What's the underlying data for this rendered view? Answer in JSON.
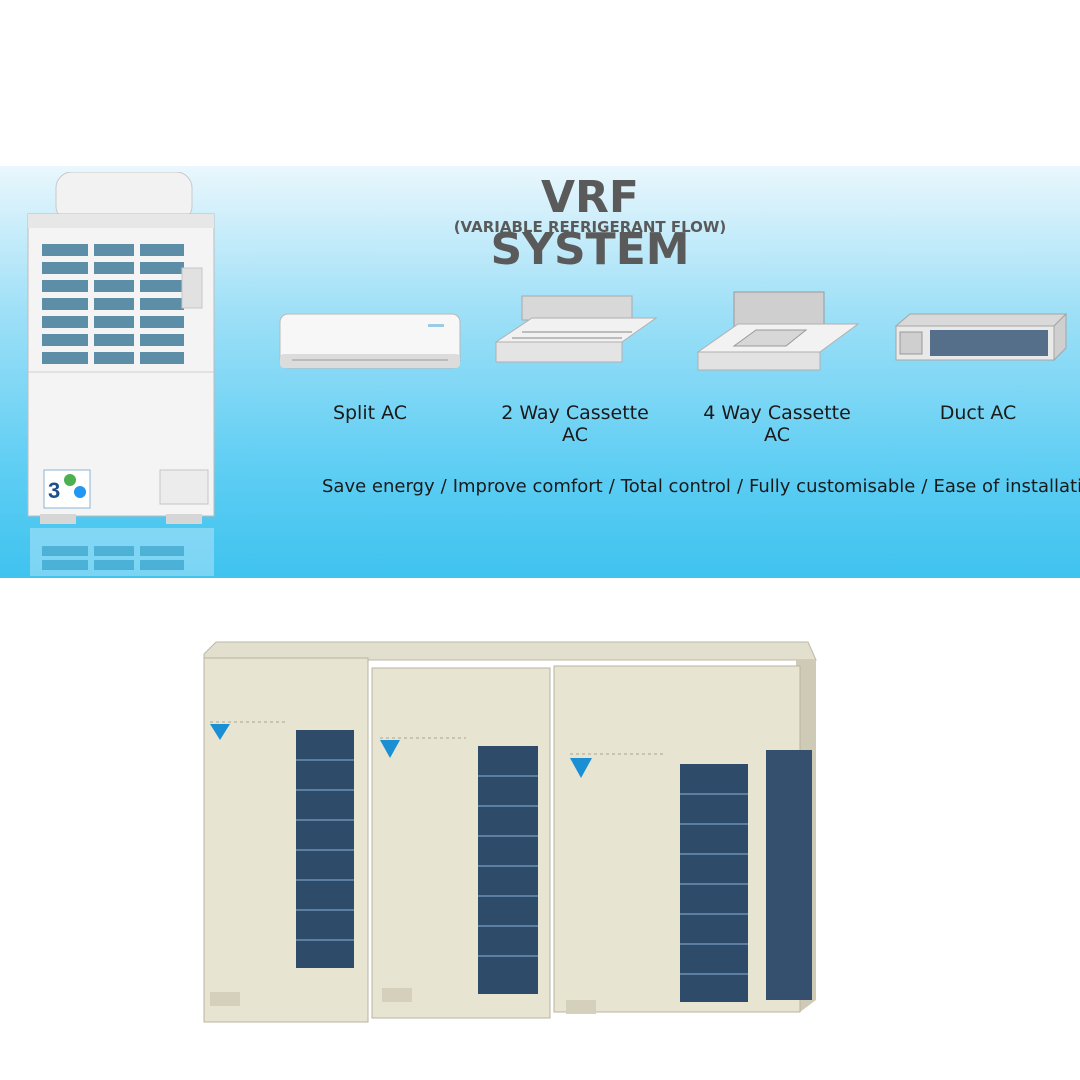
{
  "banner": {
    "title": "VRF SYSTEM",
    "subtitle": "(VARIABLE REFRIGERANT FLOW)",
    "products": [
      {
        "label": "Split AC",
        "icon": "split-ac-icon"
      },
      {
        "label": "2 Way Cassette AC",
        "icon": "two-way-cassette-icon"
      },
      {
        "label": "4 Way Cassette AC",
        "icon": "four-way-cassette-icon"
      },
      {
        "label": "Duct AC",
        "icon": "duct-ac-icon"
      }
    ],
    "benefits": [
      "Save energy",
      "Improve comfort",
      "Total control",
      "Fully customisable",
      "Ease of installation"
    ],
    "separator": "/",
    "badge_number": "3"
  },
  "colors": {
    "banner_top": "#eaf7fd",
    "banner_bottom": "#3fc3ef",
    "title": "#5a5a5a",
    "unit_body": "#e6e1cc",
    "coil": "#2c4a6b",
    "daikin_blue": "#1b8fd3"
  },
  "bottom_image": {
    "icon": "daikin-vrv-outdoor-units-icon"
  }
}
